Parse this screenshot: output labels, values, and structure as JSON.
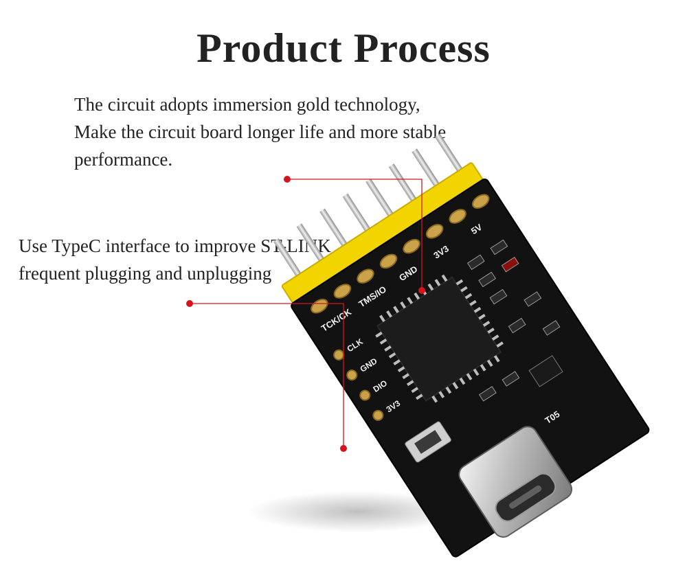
{
  "page": {
    "title": "Product Process",
    "descriptions": [
      {
        "lines": [
          "The circuit adopts immersion gold technology,",
          "Make the circuit board longer life and more stable",
          "performance."
        ]
      },
      {
        "lines": [
          "Use TypeC interface to improve ST-LINK",
          "frequent plugging and unplugging"
        ]
      }
    ]
  },
  "colors": {
    "callout": "#d6141c",
    "board": "#121212",
    "header_plastic": "#f2d400",
    "gold_pad": "#c9a24a"
  },
  "board": {
    "pin_labels": [
      "TCK/CK",
      "TMS/IO",
      "GND",
      "3V3",
      "5V"
    ],
    "side_labels": [
      "CLK",
      "GND",
      "DIO",
      "3V3"
    ],
    "part_label": "T05"
  }
}
